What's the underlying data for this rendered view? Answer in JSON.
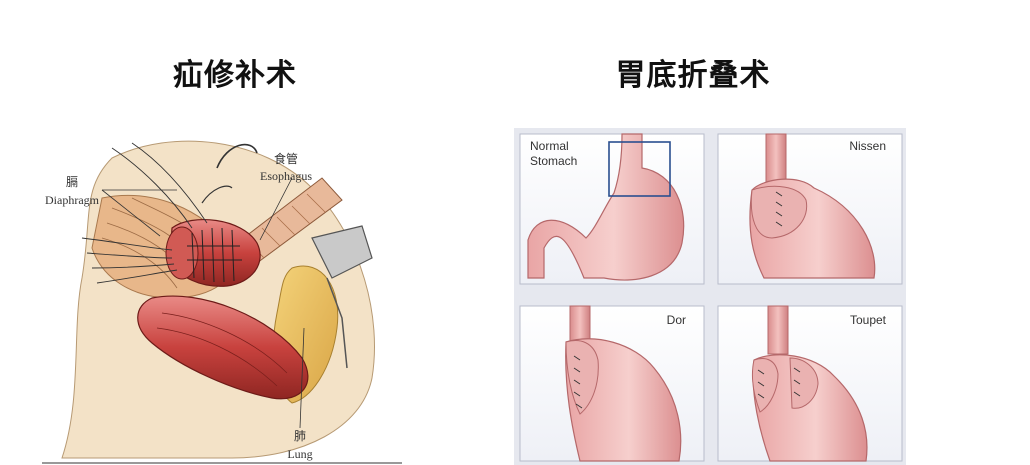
{
  "titles": {
    "left": "疝修补术",
    "right": "胃底折叠术"
  },
  "left_illustration": {
    "labels": {
      "diaphragm_cn": "膈",
      "diaphragm_en": "Diaphragm",
      "esophagus_cn": "食管",
      "esophagus_en": "Esophagus",
      "lung_cn": "肺",
      "lung_en": "Lung"
    }
  },
  "right_illustration": {
    "panels": {
      "normal_line1": "Normal",
      "normal_line2": "Stomach",
      "nissen": "Nissen",
      "dor": "Dor",
      "toupet": "Toupet"
    }
  }
}
